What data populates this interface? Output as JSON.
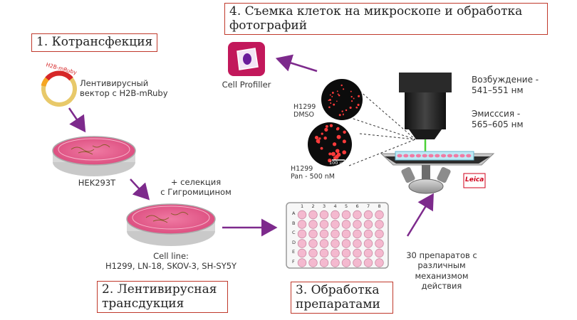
{
  "steps": {
    "step1": "1. Котрансфекция",
    "step2_line1": "2. Лентивирусная",
    "step2_line2": "трансдукция",
    "step3_line1": "3. Обработка",
    "step3_line2": "препаратами",
    "step4_line1": "4. Съемка клеток на микроскопе и обработка",
    "step4_line2": "фотографий"
  },
  "vector": {
    "label_line1": "Лентивирусный",
    "label_line2": "вектор с H2B-mRuby",
    "insert_text": "H2B-mRuby"
  },
  "cells": {
    "hek": "HEK293T",
    "selection_line1": "+ селекция",
    "selection_line2": "с Гигромицином",
    "cell_line_title": "Cell line:",
    "cell_line_list": "H1299, LN-18, SKOV-3, SH-SY5Y"
  },
  "plate": {
    "columns": [
      "1",
      "2",
      "3",
      "4",
      "5",
      "6",
      "7",
      "8"
    ],
    "rows": [
      "A",
      "B",
      "C",
      "D",
      "E",
      "F"
    ]
  },
  "drugs": {
    "line1": "30 препаратов с",
    "line2": "различным",
    "line3": "механизмом",
    "line4": "действия"
  },
  "microscope": {
    "excitation_line1": "Возбуждение -",
    "excitation_line2": "541–551 нм",
    "emission_line1": "Эмисссия -",
    "emission_line2": "565–605 нм",
    "brand": "Leica"
  },
  "images": {
    "img1_line1": "H1299",
    "img1_line2": "DMSO",
    "img2_line1": "H1299",
    "img2_line2": "Pan - 500 nM",
    "scale": "100 um"
  },
  "software": {
    "label": "Cell Profiller"
  },
  "colors": {
    "box_border": "#c0392b",
    "arrow": "#7d2a8c",
    "dish_pink": "#e8568a",
    "well_pink": "#f4b9cf"
  }
}
